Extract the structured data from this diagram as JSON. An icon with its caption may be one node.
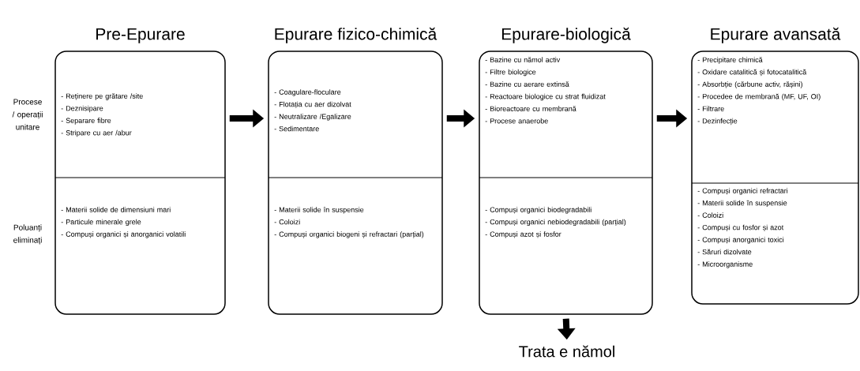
{
  "diagram": {
    "nodes": [
      {
        "text": [
          "Pre-Epurare"
        ]
      },
      {
        "text": [
          "- Reținere pe grătare /site",
          "- Deznisipare",
          "- Separare fibre",
          "- Stripare cu aer /abur"
        ],
        "in": 0
      },
      {
        "text": [
          "- Materii solide de dimensiuni mari",
          "- Particule minerale grele",
          "- Compuși organici și anorganici volatili"
        ],
        "in": 0
      },
      {
        "text": [
          "Epurare fizico-chimică"
        ]
      },
      {
        "text": [
          "- Coagulare-floculare",
          "- Flotația cu aer dizolvat",
          "- Neutralizare /Egalizare",
          "- Sedimentare"
        ],
        "in": 3
      },
      {
        "text": [
          "- Materii solide în suspensie",
          "- Coloizi",
          "- Compuși organici biogeni și refractari (parțial)"
        ],
        "in": 3
      },
      {
        "text": [
          "Epurare-biologică"
        ]
      },
      {
        "text": [
          "- Bazine cu nămol activ",
          "- Filtre biologice",
          "- Bazine cu aerare extinsă",
          "- Reactoare biologice cu strat fluidizat",
          "- Bioreactoare cu membrană",
          "- Procese anaerobe"
        ],
        "in": 6
      },
      {
        "text": [
          "- Compuși organici biodegradabili",
          "- Compuși organici nebiodegradabili (parțial)",
          "- Compuși azot și fosfor"
        ],
        "in": 6
      },
      {
        "text": [
          "Epurare avansată"
        ]
      },
      {
        "text": [
          "- Precipitare chimică",
          "- Oxidare catalitică și fotocatalitică",
          "- Absorbție (cărbune activ, rășini)",
          "- Procedee de membrană (MF, UF, OI)",
          "- Filtrare",
          "- Dezinfecție"
        ],
        "in": 9
      },
      {
        "text": [
          "- Compuși organici refractari",
          "- Materii solide în suspensie",
          "- Coloizi",
          "- Compuși cu fosfor și azot",
          "- Compuși anorganici toxici",
          "- Săruri dizolvate",
          "- Microorganisme"
        ],
        "in": 9
      },
      {
        "text": [
          "Trata e nămol"
        ]
      }
    ],
    "edges": [
      {
        "from": 0,
        "to": 3,
        "arrow": "to"
      },
      {
        "from": 3,
        "to": 6,
        "arrow": "to"
      },
      {
        "from": 6,
        "to": 9,
        "arrow": "to"
      },
      {
        "from": 6,
        "to": 12,
        "arrow": "to"
      }
    ],
    "labels": [
      "Procese / operații unitare",
      "Poluanți eliminați"
    ]
  }
}
